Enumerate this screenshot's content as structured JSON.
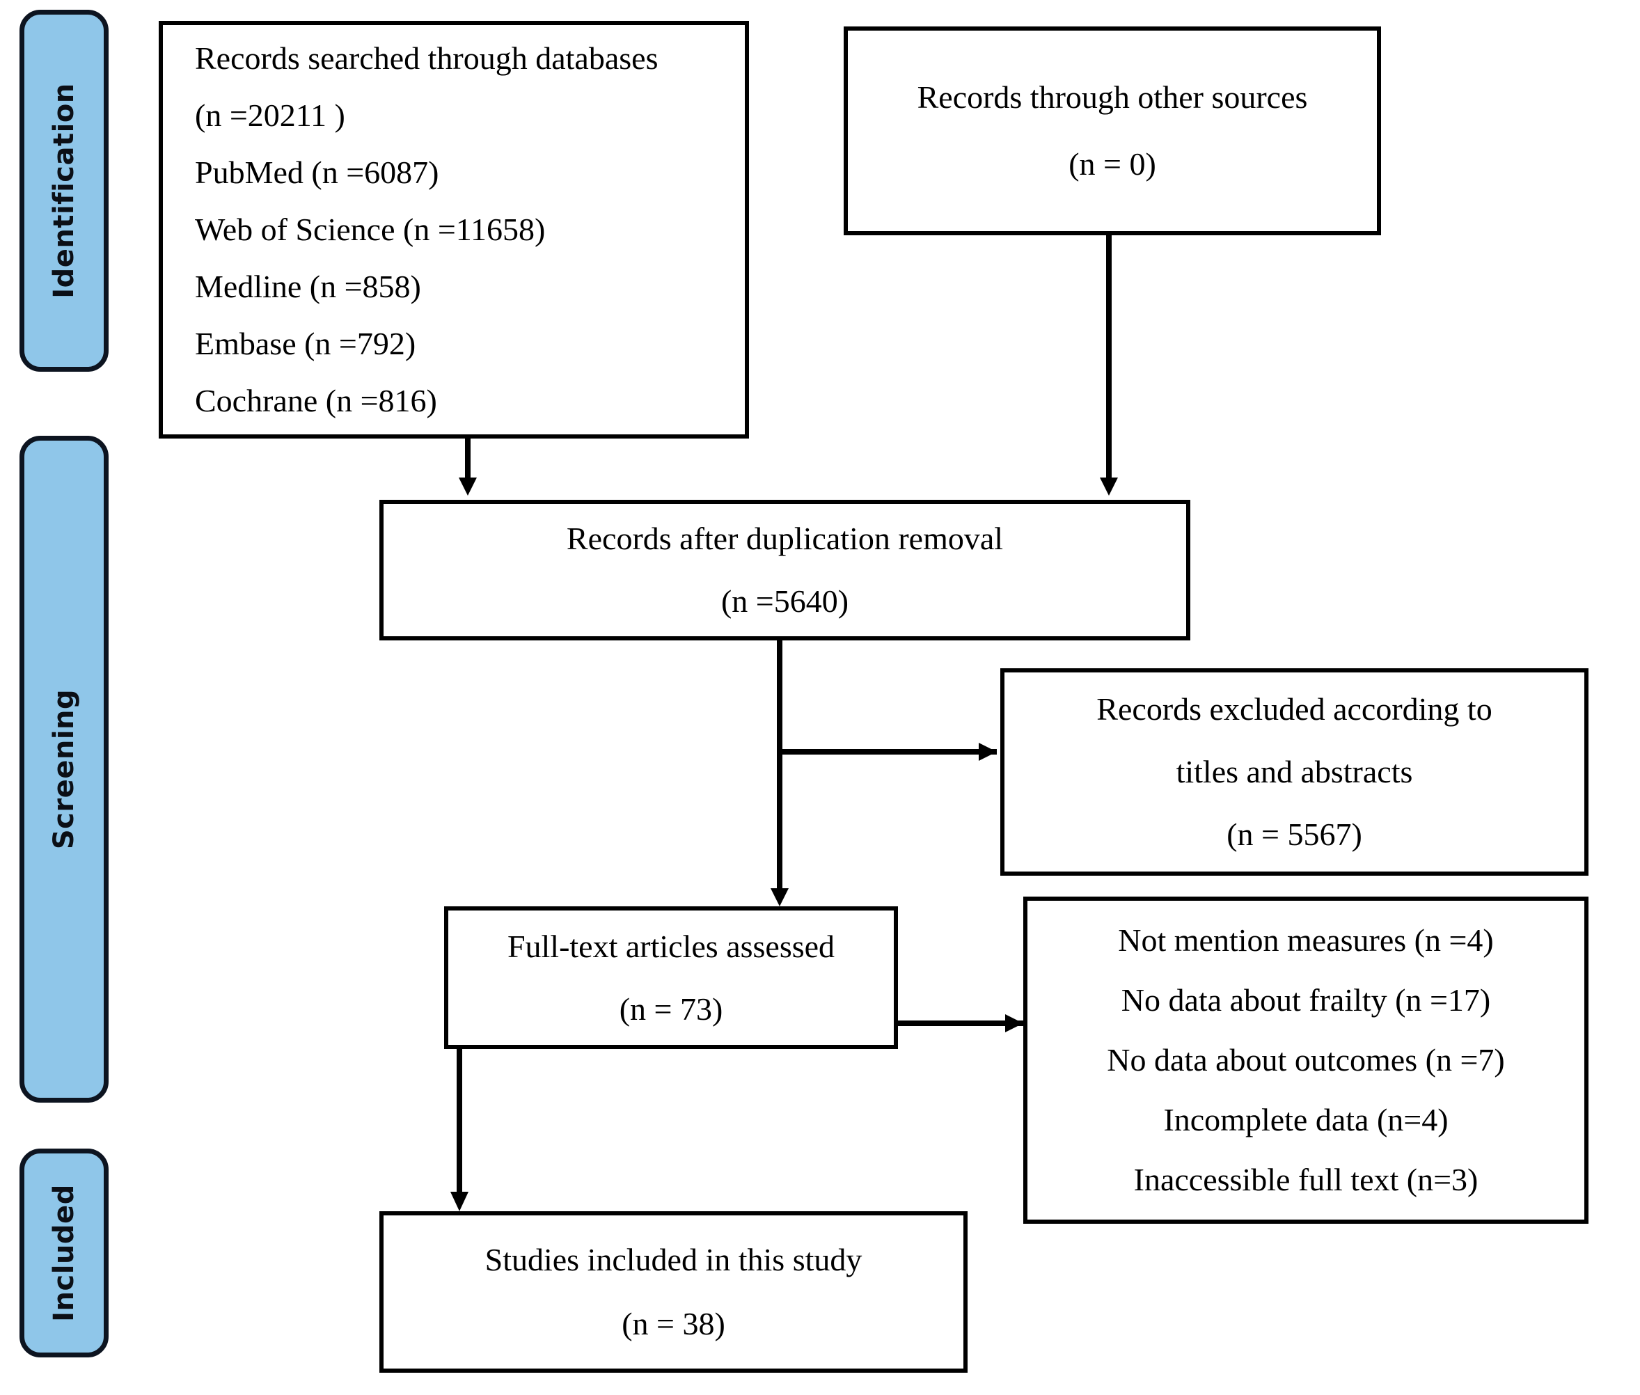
{
  "diagram": {
    "type": "prisma-flow-diagram",
    "title": "PRISMA study selection flow",
    "accent_color": "#8FC6E9",
    "border_color": "#000000",
    "background_color": "#FFFFFF"
  },
  "stages": [
    {
      "id": "identification",
      "label": "Identification"
    },
    {
      "id": "screening",
      "label": "Screening"
    },
    {
      "id": "included",
      "label": "Included"
    }
  ],
  "nodes": {
    "databases": {
      "name": "records-searched-through-databases",
      "lines": [
        "Records searched through databases",
        "(n =20211 )",
        "PubMed (n =6087)",
        "Web of Science (n =11658)",
        "Medline (n =858)",
        "Embase (n =792)",
        "Cochrane (n =816)"
      ]
    },
    "other_sources": {
      "name": "records-through-other-sources",
      "lines": [
        "Records through other sources",
        "(n = 0)"
      ]
    },
    "after_duplicates": {
      "name": "records-after-duplication-removal",
      "lines": [
        "Records after duplication removal",
        "(n =5640)"
      ]
    },
    "excluded_titles": {
      "name": "records-excluded-titles-abstracts",
      "lines": [
        "Records excluded according to",
        "titles and abstracts",
        "(n = 5567)"
      ]
    },
    "fulltext_assessed": {
      "name": "full-text-articles-assessed",
      "lines": [
        "Full-text articles assessed",
        "(n = 73)"
      ]
    },
    "fulltext_excluded": {
      "name": "full-text-exclusion-reasons",
      "lines": [
        "Not mention measures (n =4)",
        "No data about frailty (n =17)",
        "No data about outcomes (n =7)",
        "Incomplete data (n=4)",
        "Inaccessible full text (n=3)"
      ]
    },
    "studies_included": {
      "name": "studies-included-in-this-study",
      "lines": [
        "Studies included in this study",
        "(n = 38)"
      ]
    }
  },
  "chart_data": {
    "type": "table",
    "title": "PRISMA study selection counts",
    "categories": [
      "Records searched through databases",
      "PubMed",
      "Web of Science",
      "Medline",
      "Embase",
      "Cochrane",
      "Records through other sources",
      "Records after duplication removal",
      "Records excluded according to titles and abstracts",
      "Full-text articles assessed",
      "Not mention measures",
      "No data about frailty",
      "No data about outcomes",
      "Incomplete data",
      "Inaccessible full text",
      "Studies included in this study"
    ],
    "values": [
      20211,
      6087,
      11658,
      858,
      792,
      816,
      0,
      5640,
      5567,
      73,
      4,
      17,
      7,
      4,
      3,
      38
    ]
  }
}
